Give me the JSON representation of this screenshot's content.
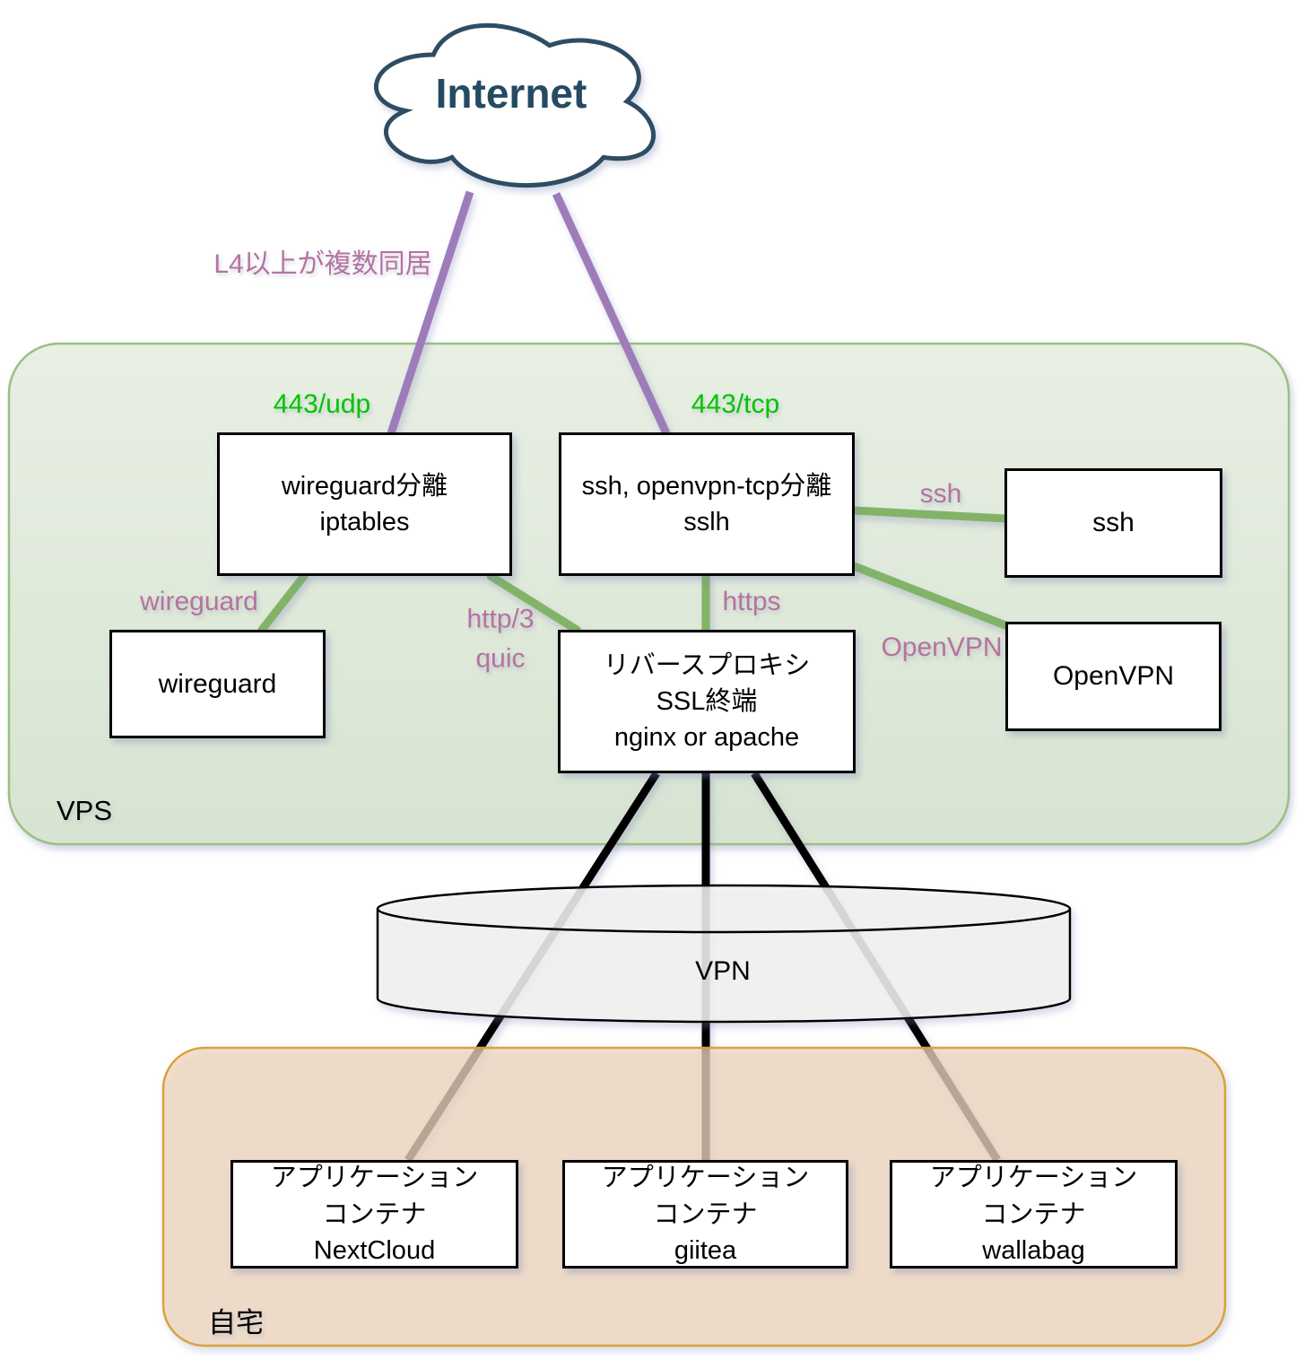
{
  "internet_label": "Internet",
  "edge_labels": {
    "l4": "L4以上が複数同居",
    "udp": "443/udp",
    "tcp": "443/tcp",
    "wireguard": "wireguard",
    "http3_l1": "http/3",
    "http3_l2": "quic",
    "https": "https",
    "ssh": "ssh",
    "openvpn": "OpenVPN"
  },
  "containers": {
    "vps": "VPS",
    "home": "自宅",
    "vpn": "VPN"
  },
  "nodes": {
    "iptables": {
      "l1": "wireguard分離",
      "l2": "iptables"
    },
    "sslh": {
      "l1": "ssh, openvpn-tcp分離",
      "l2": "sslh"
    },
    "ssh": {
      "l1": "ssh"
    },
    "wireguard": {
      "l1": "wireguard"
    },
    "proxy": {
      "l1": "リバースプロキシ",
      "l2": "SSL終端",
      "l3": "nginx or apache"
    },
    "openvpn": {
      "l1": "OpenVPN"
    },
    "nextcloud": {
      "l1": "アプリケーション",
      "l2": "コンテナ",
      "l3": "NextCloud"
    },
    "giitea": {
      "l1": "アプリケーション",
      "l2": "コンテナ",
      "l3": "giitea"
    },
    "wallabag": {
      "l1": "アプリケーション",
      "l2": "コンテナ",
      "l3": "wallabag"
    }
  },
  "colors": {
    "cloud_stroke": "#2f4e63",
    "purple_line": "#9e7cba",
    "green_line": "#82b366",
    "pink_label": "#b5739f",
    "port_label_green": "#00c400",
    "vps_fill": "#dde8d9",
    "vps_border": "#9cbf83",
    "home_fill": "#f5e3d1",
    "home_border": "#d9a23b",
    "cylinder_fill": "#f3f3f3"
  }
}
